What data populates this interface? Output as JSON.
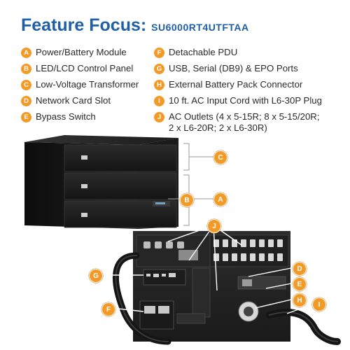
{
  "header": {
    "title": "Feature Focus:",
    "model": "SU6000RT4UTFTAA"
  },
  "features_left": [
    {
      "badge": "A",
      "text": "Power/Battery Module"
    },
    {
      "badge": "B",
      "text": "LED/LCD Control Panel"
    },
    {
      "badge": "C",
      "text": "Low-Voltage Transformer"
    },
    {
      "badge": "D",
      "text": "Network Card Slot"
    },
    {
      "badge": "E",
      "text": "Bypass Switch"
    }
  ],
  "features_right": [
    {
      "badge": "F",
      "text": "Detachable PDU"
    },
    {
      "badge": "G",
      "text": "USB, Serial (DB9) & EPO Ports"
    },
    {
      "badge": "H",
      "text": "External Battery Pack Connector"
    },
    {
      "badge": "I",
      "text": "10 ft. AC Input Cord with L6-30P Plug"
    },
    {
      "badge": "J",
      "text": "AC Outlets (4 x 5-15R; 8 x 5-15/20R;\n2 x L6-20R; 2 x L6-30R)"
    }
  ],
  "callouts": {
    "c": "C",
    "b": "B",
    "a": "A",
    "j": "J",
    "g": "G",
    "d": "D",
    "e": "E",
    "h": "H",
    "i": "I",
    "f": "F"
  },
  "colors": {
    "title_blue": "#1e5fa8",
    "badge_orange": "#f39a26",
    "text": "#2a2a2a"
  }
}
